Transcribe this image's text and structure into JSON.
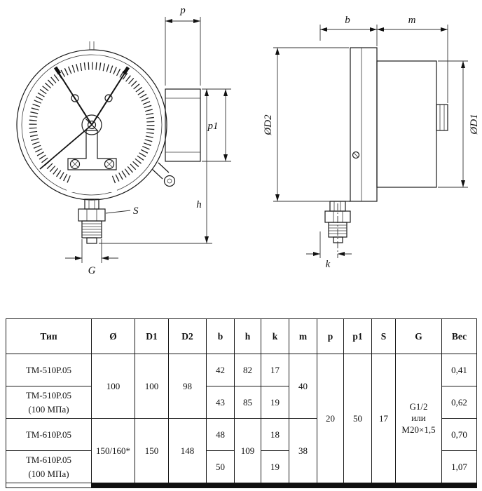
{
  "drawing": {
    "front": {
      "dim_p": "p",
      "dim_p1": "p1",
      "dim_h": "h",
      "dim_S": "S",
      "dim_G": "G"
    },
    "side": {
      "dim_b": "b",
      "dim_m": "m",
      "dim_D2": "ØD2",
      "dim_D1": "ØD1",
      "dim_k": "k"
    }
  },
  "table": {
    "headers": {
      "type": "Тип",
      "o": "Ø",
      "d1": "D1",
      "d2": "D2",
      "b": "b",
      "h": "h",
      "k": "k",
      "m": "m",
      "p": "p",
      "p1": "p1",
      "s": "S",
      "g": "G",
      "ves": "Вес"
    },
    "rows": {
      "r1": {
        "type": "ТМ-510Р.05",
        "o": "100",
        "d1": "100",
        "d2": "98",
        "b": "42",
        "h": "82",
        "k": "17",
        "m": "40",
        "p": "20",
        "p1": "50",
        "s": "17",
        "g": "G1/2\nили\nМ20×1,5",
        "ves": "0,41"
      },
      "r2": {
        "type": "ТМ-510Р.05\n(100 МПа)",
        "b": "43",
        "h": "85",
        "k": "19",
        "ves": "0,62"
      },
      "r3": {
        "type": "ТМ-610Р.05",
        "o": "150/160*",
        "d1": "150",
        "d2": "148",
        "b": "48",
        "h": "109",
        "k": "18",
        "m": "38",
        "ves": "0,70"
      },
      "r4": {
        "type": "ТМ-610Р.05\n(100 МПа)",
        "b": "50",
        "k": "19",
        "ves": "1,07"
      }
    }
  }
}
